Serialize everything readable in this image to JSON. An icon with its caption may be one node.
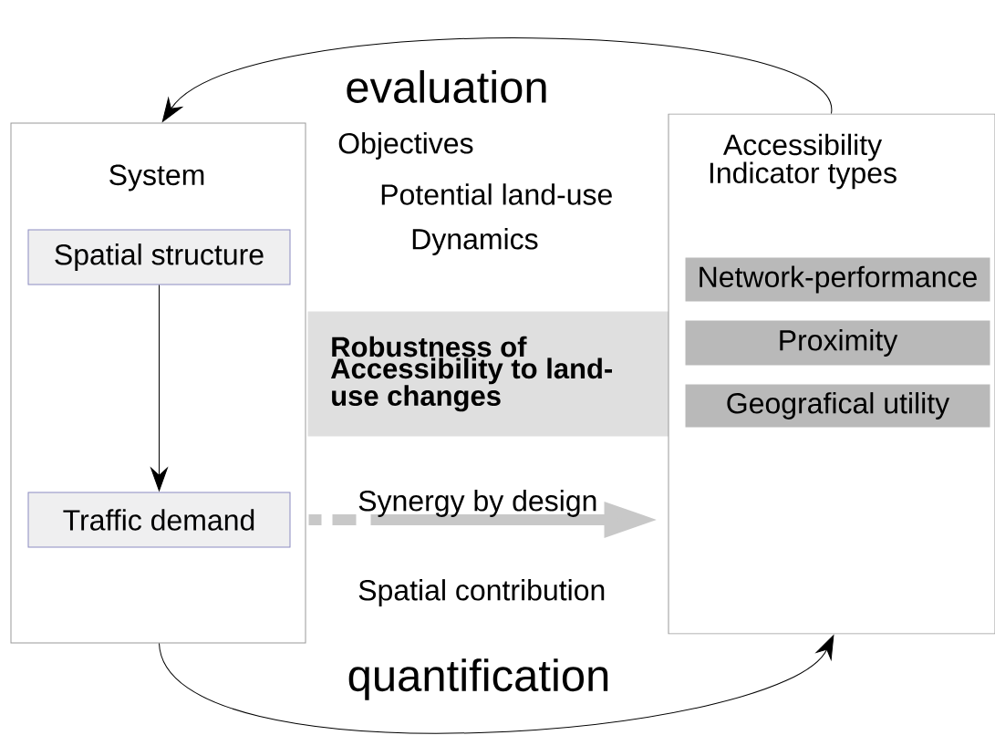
{
  "diagram": {
    "nodes": [
      {
        "text": [
          "System"
        ]
      },
      {
        "text": [
          "Spatial structure"
        ],
        "in": 0
      },
      {
        "text": [
          "Traffic demand"
        ],
        "in": 0
      },
      {
        "text": [
          "Robustness of Accessibility to land-use changes"
        ]
      },
      {
        "text": [
          "Accessibility Indicator types"
        ]
      },
      {
        "text": [
          "Network-performance"
        ],
        "in": 4
      },
      {
        "text": [
          "Proximity"
        ],
        "in": 4
      },
      {
        "text": [
          "Geografical utility"
        ],
        "in": 4
      }
    ],
    "edges": [
      {
        "from": 4,
        "to": 0,
        "arrow": "to",
        "label": "evaluation"
      },
      {
        "from": 0,
        "to": 4,
        "arrow": "to",
        "label": "quantification"
      },
      {
        "from": 1,
        "to": 2,
        "arrow": "to"
      },
      {
        "from": 2,
        "to": 4,
        "arrow": "to",
        "style": "dashed",
        "color": "#c8c8c8"
      }
    ],
    "labels": [
      "Objectives",
      "Potential land-use",
      "Dynamics",
      "Synergy by design",
      "Spatial contribution"
    ]
  }
}
